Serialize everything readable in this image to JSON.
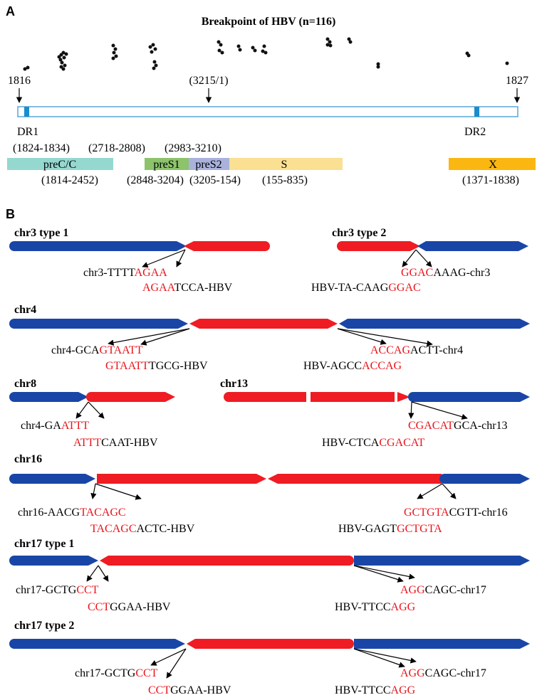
{
  "colors": {
    "hbv": "#ef1c24",
    "chromosome": "#1946a6",
    "genome_box": "#5aa6d9",
    "dr": "#1a8ccf",
    "preCC": "#95d8cf",
    "preS1": "#8cc36b",
    "preS2": "#aab2dc",
    "S": "#fbdf92",
    "X": "#fbb711",
    "seq_red": "#e8141b"
  },
  "panel_a": {
    "label": "A",
    "title": "Breakpoint of HBV (n=116)",
    "pos_left": "1816",
    "pos_mid": "(3215/1)",
    "pos_right": "1827",
    "dr1": {
      "name": "DR1",
      "range": "(1824-1834)"
    },
    "dr2": {
      "name": "DR2"
    },
    "range_preS1_top": "(2718-2808)",
    "range_preS2_top": "(2983-3210)",
    "genes": [
      {
        "name": "preC/C",
        "range": "(1814-2452)"
      },
      {
        "name": "preS1",
        "range": "(2848-3204)"
      },
      {
        "name": "preS2",
        "range": "(3205-154)"
      },
      {
        "name": "S",
        "range": "(155-835)"
      },
      {
        "name": "X",
        "range": "(1371-1838)"
      }
    ]
  },
  "panel_b": {
    "label": "B",
    "groups": [
      {
        "title": "chr3 type 1",
        "j1": {
          "a_pre": "chr3-TTTT",
          "a_red": "AGAA",
          "a_post": "",
          "b_pre": "",
          "b_red": "AGAA",
          "b_post": "TCCA-HBV"
        }
      },
      {
        "title": "chr3 type 2",
        "j1": {
          "a_pre": "",
          "a_red": "GGAC",
          "a_post": "AAAG-chr3",
          "b_pre": "HBV-TA-CAAG",
          "b_red": "GGAC",
          "b_post": ""
        }
      },
      {
        "title": "chr4",
        "j1": {
          "a_pre": "chr4-GCA",
          "a_red": "GTAATT",
          "a_post": "",
          "b_pre": "",
          "b_red": "GTAATT",
          "b_post": "TGCG-HBV"
        },
        "j2": {
          "a_pre": "",
          "a_red": "ACCAG",
          "a_post": "ACTT-chr4",
          "b_pre": "HBV-AGCC",
          "b_red": "ACCAG",
          "b_post": ""
        }
      },
      {
        "title": "chr8",
        "j1": {
          "a_pre": "chr4-GA",
          "a_red": "ATTT",
          "a_post": "",
          "b_pre": "",
          "b_red": "ATTT",
          "b_post": "CAAT-HBV"
        }
      },
      {
        "title": "chr13",
        "j1": {
          "a_pre": "",
          "a_red": "CGACAT",
          "a_post": "GCA-chr13",
          "b_pre": "HBV-CTCA",
          "b_red": "CGACAT",
          "b_post": ""
        }
      },
      {
        "title": "chr16",
        "j1": {
          "a_pre": "chr16-AACG",
          "a_red": "TACAGC",
          "a_post": "",
          "b_pre": "",
          "b_red": "TACAGC",
          "b_post": "ACTC-HBV"
        },
        "j2": {
          "a_pre": "",
          "a_red": "GCTGTA",
          "a_post": "CGTT-chr16",
          "b_pre": "HBV-GAGT",
          "b_red": "GCTGTA",
          "b_post": ""
        }
      },
      {
        "title": "chr17 type 1",
        "j1": {
          "a_pre": "chr17-GCTG",
          "a_red": "CCT",
          "a_post": "",
          "b_pre": "",
          "b_red": "CCT",
          "b_post": "GGAA-HBV"
        },
        "j2": {
          "a_pre": "",
          "a_red": "AGG",
          "a_post": "CAGC-chr17",
          "b_pre": "HBV-TTCC",
          "b_red": "AGG",
          "b_post": ""
        }
      },
      {
        "title": "chr17 type 2",
        "j1": {
          "a_pre": "chr17-GCTG",
          "a_red": "CCT",
          "a_post": "",
          "b_pre": "",
          "b_red": "CCT",
          "b_post": "GGAA-HBV"
        },
        "j2": {
          "a_pre": "",
          "a_red": "AGG",
          "a_post": "CAGC-chr17",
          "b_pre": "HBV-TTCC",
          "b_red": "AGG",
          "b_post": ""
        }
      }
    ]
  }
}
